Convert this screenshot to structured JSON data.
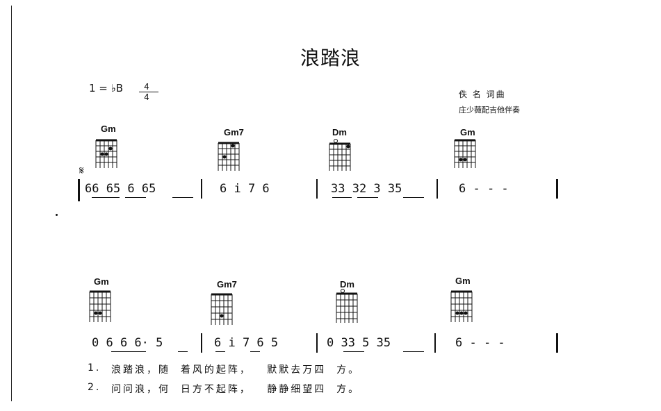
{
  "song": {
    "title": "浪踏浪",
    "key": "1 = ♭B",
    "time_num": "4",
    "time_den": "4",
    "credit_lyrics": "佚 名 词曲",
    "credit_arr": "庄少薇配吉他伴奏"
  },
  "system1": {
    "chords": [
      "Gm",
      "Gm7",
      "Dm",
      "Gm"
    ],
    "segno": "𝄋",
    "measures": [
      "66 65 6 65",
      "6 i 7 6",
      "33 32 3 35",
      "6 - - -"
    ]
  },
  "system2": {
    "chords": [
      "Gm",
      "Gm7",
      "Dm",
      "Gm"
    ],
    "measures": [
      "0 6 6 6· 5",
      "6 i 7 6 5",
      "0 33 5 35",
      "6 - - -"
    ]
  },
  "lyrics": [
    {
      "num": "1.",
      "line": "浪踏浪，随  着风的起阵，   默默去万四  方。"
    },
    {
      "num": "2.",
      "line": "问问浪，何  日方不起阵，   静静细望四  方。"
    }
  ]
}
